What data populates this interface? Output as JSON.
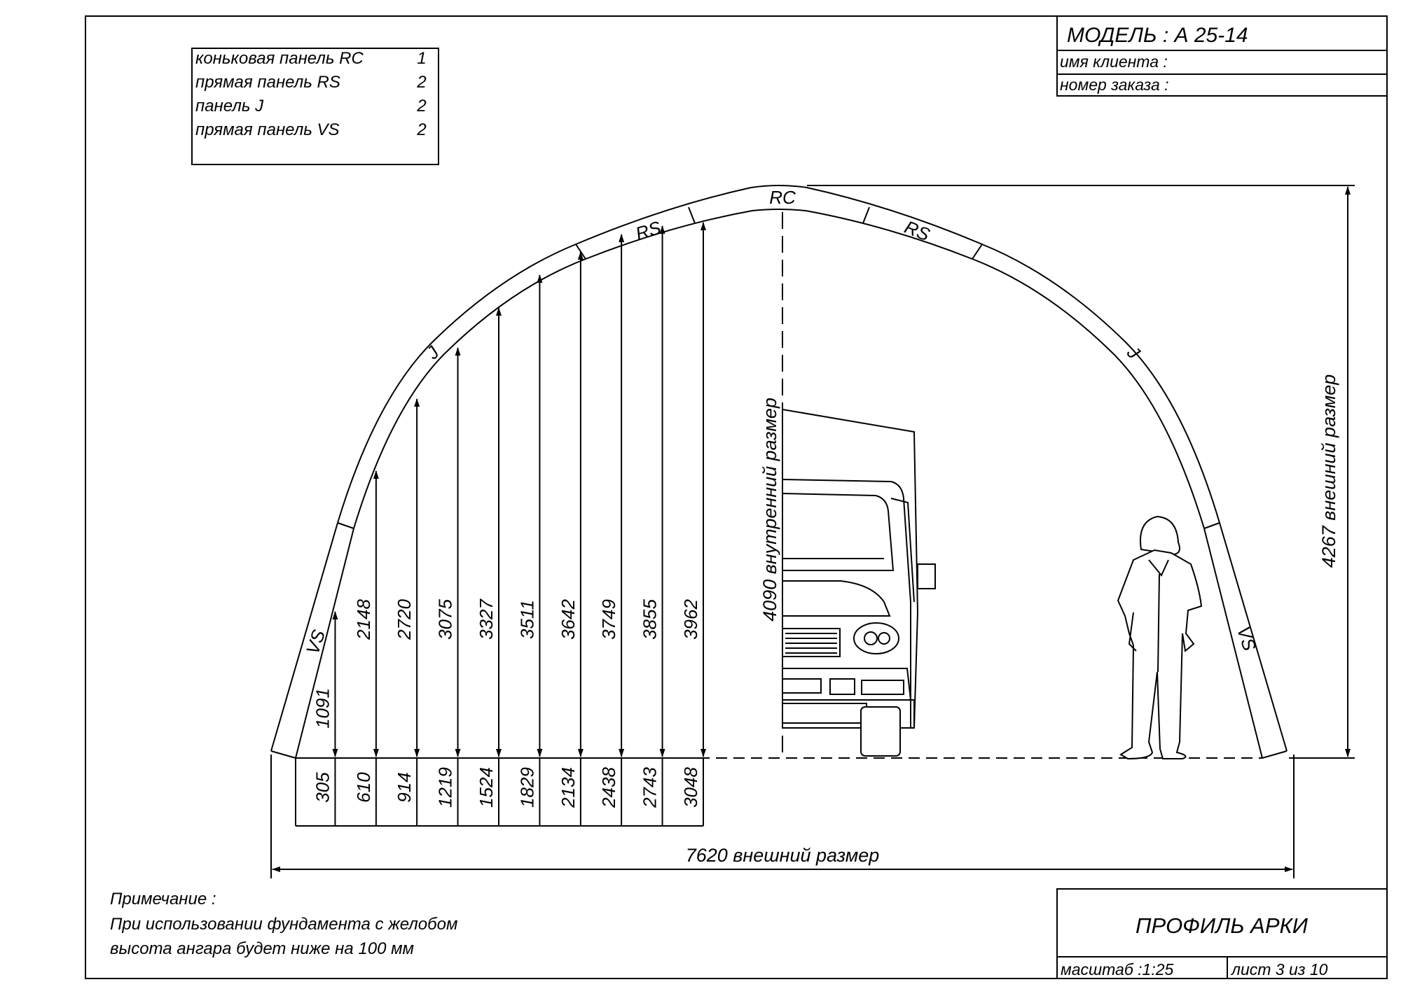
{
  "title_block": {
    "model_label": "МОДЕЛЬ : А 25-14",
    "client_label": "имя клиента :",
    "order_label": "номер заказа :",
    "drawing_title": "ПРОФИЛЬ АРКИ",
    "scale_label": "масштаб :1:25",
    "sheet_label": "лист  3  из  10"
  },
  "panel_table": [
    {
      "name": "коньковая панель  RC",
      "qty": "1"
    },
    {
      "name": "прямая панель  RS",
      "qty": "2"
    },
    {
      "name": "панель  J",
      "qty": "2"
    },
    {
      "name": "прямая панель  VS",
      "qty": "2"
    }
  ],
  "arch_labels": {
    "rc": "RC",
    "rs_left": "RS",
    "rs_right": "RS",
    "j_left": "J",
    "j_right": "J",
    "vs_left": "VS",
    "vs_right": "VS"
  },
  "heights": [
    "1091",
    "2148",
    "2720",
    "3075",
    "3327",
    "3511",
    "3642",
    "3749",
    "3855",
    "3962"
  ],
  "offsets": [
    "305",
    "610",
    "914",
    "1219",
    "1524",
    "1829",
    "2134",
    "2438",
    "2743",
    "3048"
  ],
  "dimensions": {
    "width": "7620  внешний размер",
    "outer_height": "4267  внешний размер",
    "inner_height": "4090  внутренний размер"
  },
  "note": {
    "heading": "Примечание :",
    "line1": "При использовании фундамента с желобом",
    "line2": "высота ангара будет ниже на  100  мм"
  }
}
